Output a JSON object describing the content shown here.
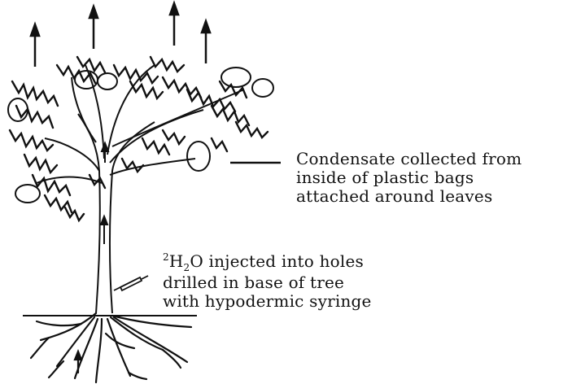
{
  "labels": {
    "condensate": {
      "lines": [
        "Condensate collected from",
        "inside of plastic bags",
        "attached around leaves"
      ]
    },
    "injection": {
      "isotope_superscript": "2",
      "element_h": "H",
      "subscript": "2",
      "element_o": "O",
      "line1_rest": " injected into holes",
      "line2": "drilled in base of tree",
      "line3": "with hypodermic syringe"
    }
  },
  "colors": {
    "ink": "#111111",
    "background": "#ffffff"
  },
  "icons": {
    "arrows": "up-arrow",
    "syringe": "syringe-icon",
    "bags": "plastic-bag"
  }
}
